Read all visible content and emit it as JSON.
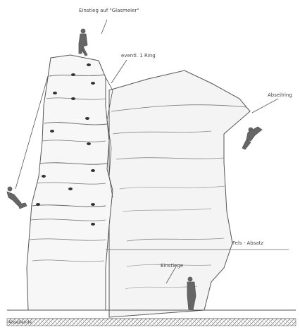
{
  "annotations": {
    "top_label": "Einstieg auf \"Glasmeier\"",
    "ring_label": "eventl. 1 Ring",
    "right_label": "Abseilring",
    "middle_label": "Fels - Absatz",
    "lower_label": "Einstiege",
    "ground_label": "Abseilende"
  },
  "colors": {
    "line": "#555555",
    "fill": "#f2f2f2",
    "figure": "#666666",
    "hatch": "#888888"
  }
}
